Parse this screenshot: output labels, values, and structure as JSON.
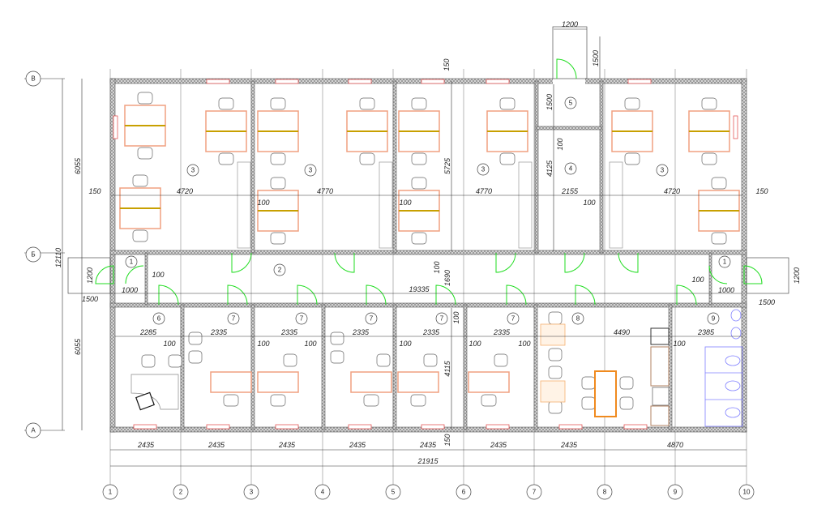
{
  "axes": {
    "columns": [
      "1",
      "2",
      "3",
      "4",
      "5",
      "6",
      "7",
      "8",
      "9",
      "10"
    ],
    "rows": [
      "В",
      "Б",
      "А"
    ]
  },
  "rooms": {
    "upper": [
      "3",
      "3",
      "3",
      "3"
    ],
    "storage_top": "5",
    "storage": "4",
    "vestibule_left": "1",
    "vestibule_right": "1",
    "corridor": "2",
    "lower": [
      "6",
      "7",
      "7",
      "7",
      "7",
      "7",
      "8",
      "9"
    ]
  },
  "dims": {
    "top": [
      "1200",
      "1500",
      "150"
    ],
    "left": [
      "6055",
      "12110",
      "6055",
      "150",
      "1200",
      "1500",
      "1000",
      "100"
    ],
    "upper": [
      "4720",
      "100",
      "4770",
      "5725",
      "100",
      "4770",
      "1500",
      "100",
      "4125",
      "2155",
      "100",
      "4720",
      "150"
    ],
    "corridor": [
      "19335",
      "100",
      "1690",
      "100",
      "1000",
      "1200",
      "1500",
      "100"
    ],
    "lower": [
      "2285",
      "100",
      "2335",
      "100",
      "2335",
      "100",
      "2335",
      "100",
      "2335",
      "100",
      "2335",
      "100",
      "4490",
      "100",
      "2385",
      "4115",
      "150"
    ],
    "bottom": [
      "2435",
      "2435",
      "2435",
      "2435",
      "2435",
      "2435",
      "2435",
      "4870",
      "21915"
    ]
  },
  "colors": {
    "door": "#22dd22",
    "desk": "#f0a080",
    "table": "#f08a1e",
    "plumbing": "#8080ff",
    "wall": "#777777"
  }
}
